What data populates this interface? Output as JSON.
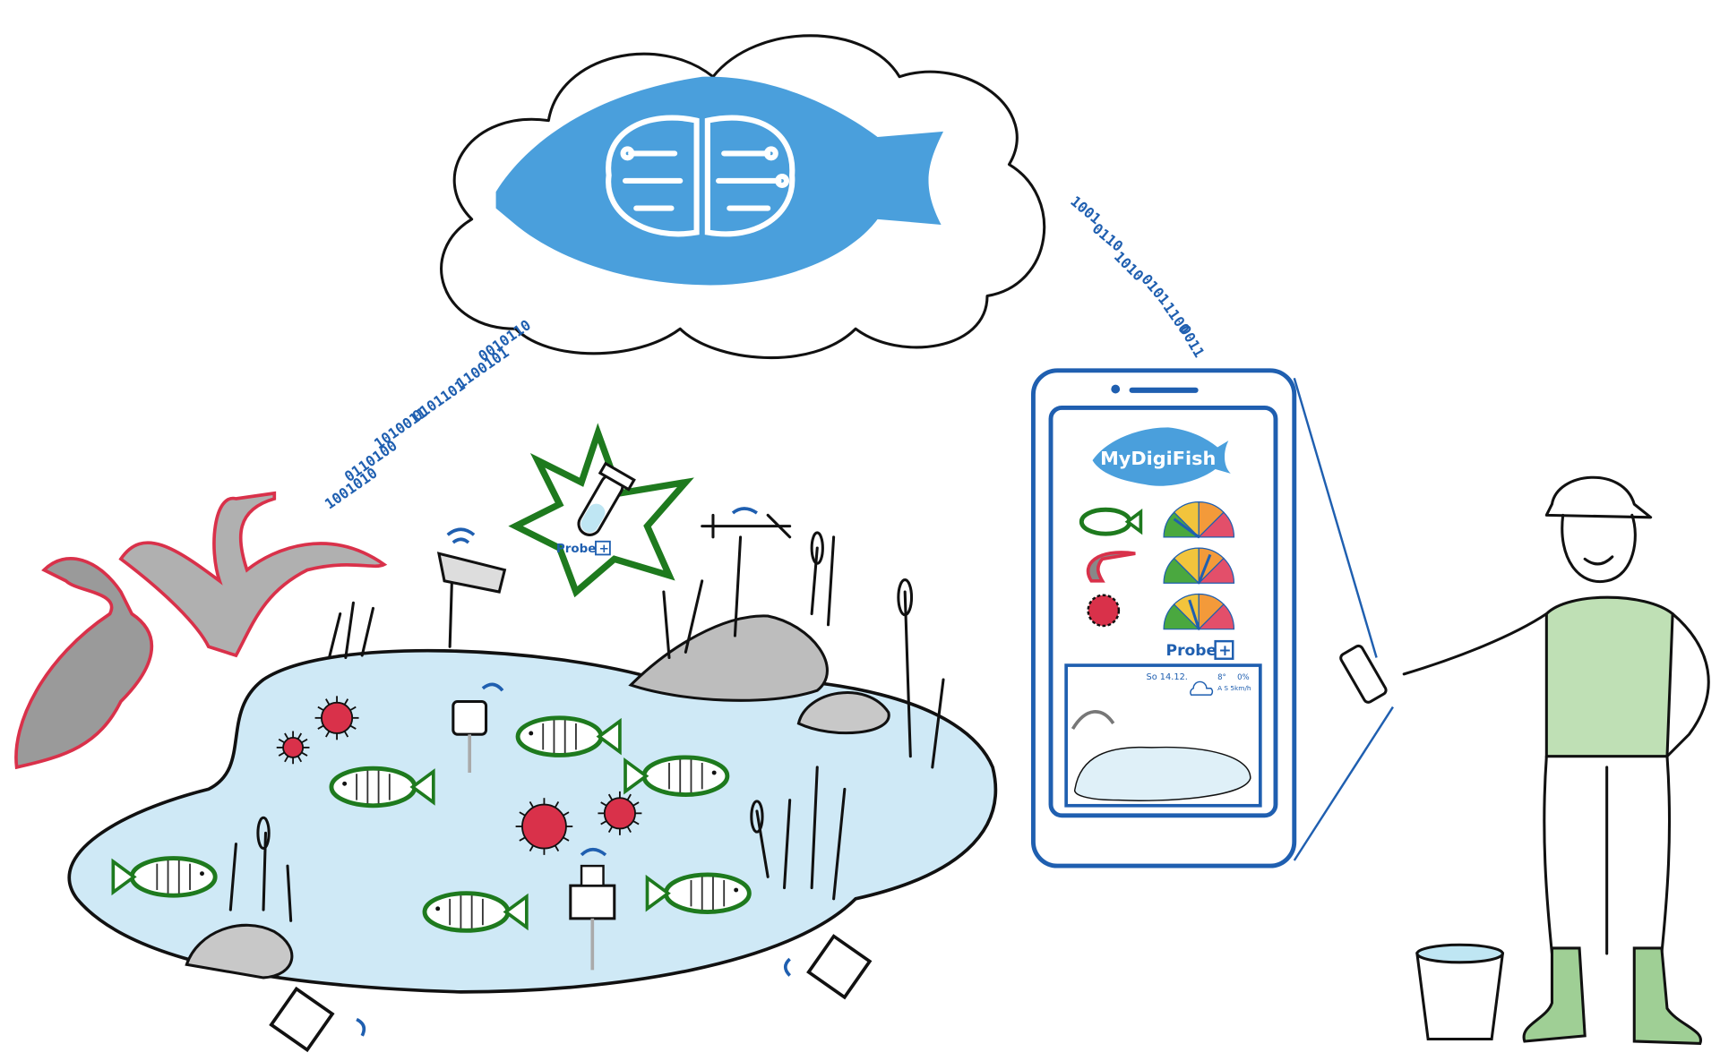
{
  "app": {
    "name": "MyDigiFish"
  },
  "probe_button": {
    "label": "Probe",
    "icon": "+"
  },
  "phone_probe_button": {
    "label": "Probe",
    "icon": "+"
  },
  "weather": {
    "date": "So 14.12.",
    "temperature": "8°",
    "rain": "0%",
    "wind": "A S 5km/h"
  },
  "binary_left": [
    "1001010",
    "0110100",
    "1010011",
    "0101101",
    "1100101",
    "0010110"
  ],
  "binary_right": [
    "1001",
    "0110",
    "1010",
    "0101",
    "1100",
    "0011"
  ],
  "gauges": [
    {
      "threat": "fish-health",
      "level": 0.2
    },
    {
      "threat": "cormorant",
      "level": 0.62
    },
    {
      "threat": "virus",
      "level": 0.4
    }
  ],
  "colors": {
    "brand_blue": "#4a9fdc",
    "ink_blue": "#1f5fb0",
    "water": "#cfe9f6",
    "green": "#1e7a1e",
    "red": "#d9314a"
  }
}
